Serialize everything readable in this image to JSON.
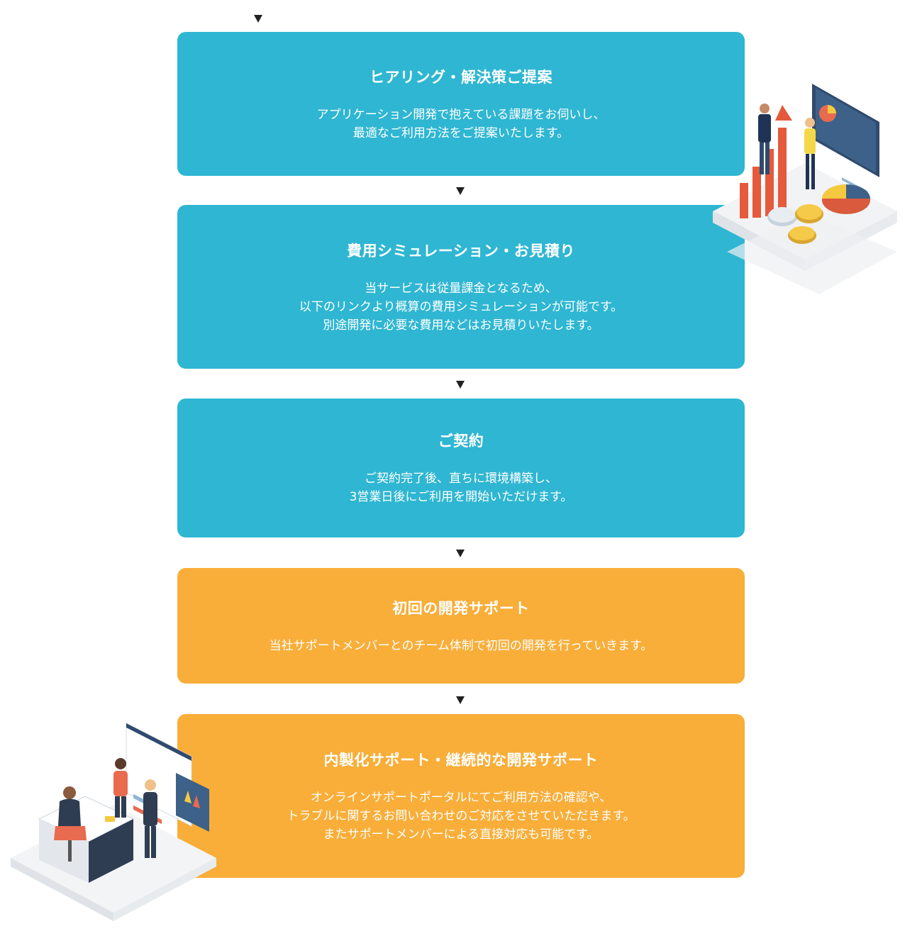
{
  "steps": [
    {
      "title": "ヒアリング・解決策ご提案",
      "lines": [
        "アプリケーション開発で抱えている課題をお伺いし、",
        "最適なご利用方法をご提案いたします。"
      ],
      "color": "#2fb6d2"
    },
    {
      "title": "費用シミュレーション・お見積り",
      "lines": [
        "当サービスは従量課金となるため、",
        "以下のリンクより概算の費用シミュレーションが可能です。",
        "別途開発に必要な費用などはお見積りいたします。"
      ],
      "color": "#2fb6d2"
    },
    {
      "title": "ご契約",
      "lines": [
        "ご契約完了後、直ちに環境構築し、",
        "3営業日後にご利用を開始いただけます。"
      ],
      "color": "#2fb6d2"
    },
    {
      "title": "初回の開発サポート",
      "lines": [
        "当社サポートメンバーとのチーム体制で初回の開発を行っていきます。"
      ],
      "color": "#f8ae39"
    },
    {
      "title": "内製化サポート・継続的な開発サポート",
      "lines": [
        "オンラインサポートポータルにてご利用方法の確認や、",
        "トラブルに関するお問い合わせのご対応をさせていただきます。",
        "またサポートメンバーによる直接対応も可能です。"
      ],
      "color": "#f8ae39"
    }
  ],
  "illustrations": {
    "top_right": "business-presentation-illustration",
    "bottom_left": "office-support-team-illustration"
  },
  "colors": {
    "blue": "#2fb6d2",
    "orange": "#f8ae39",
    "arrow": "#222222"
  }
}
